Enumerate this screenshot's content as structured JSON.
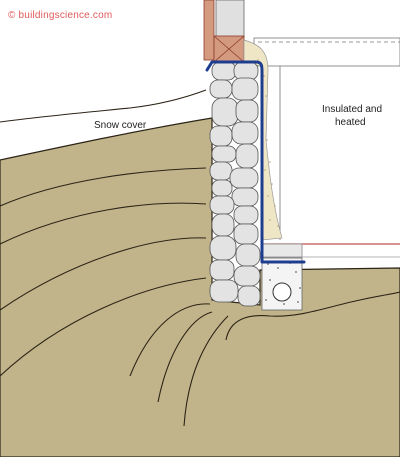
{
  "watermark": "© buildingscience.com",
  "labels": {
    "snow_cover": "Snow cover",
    "interior_line1": "Insulated and",
    "interior_line2": "heated"
  },
  "colors": {
    "soil": "#c2b48a",
    "soil_line": "#2b2417",
    "stone_fill": "#e3e3e3",
    "stone_outline": "#555555",
    "membrane": "#1f3d8f",
    "insulation": "#efe6c5",
    "brick": "#d49a80",
    "slab_line": "#c0504d",
    "gravel": "#f4f4f4",
    "watermark": "#e05a5a"
  }
}
